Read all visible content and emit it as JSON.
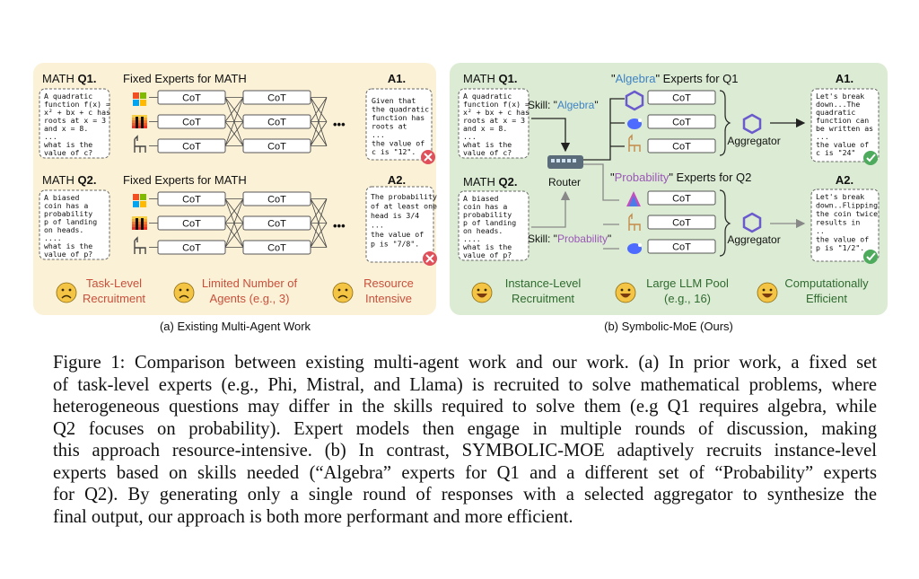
{
  "panel_a": {
    "q1_prefix": "MATH ",
    "q1_id": "Q1.",
    "q1_title": "Fixed Experts for MATH",
    "q1_text": [
      "A quadratic",
      "function f(x) =",
      "x² + bx + c has",
      "roots at x = 3",
      "and x = 8.",
      "...",
      "what is the",
      "value of c?"
    ],
    "q1_answer_label": "A1.",
    "q1_answer_text": [
      "Given that",
      "the quadratic",
      "function has",
      "roots at",
      "...",
      "the value of",
      "c is \"12\"."
    ],
    "q2_prefix": "MATH ",
    "q2_id": "Q2.",
    "q2_title": "Fixed Experts for MATH",
    "q2_text": [
      "A biased",
      "coin has a",
      "probability",
      "p of landing",
      "on heads.",
      "....",
      "what is the",
      "value of p?"
    ],
    "q2_answer_label": "A2.",
    "q2_answer_text": [
      "The probability",
      "of at least one",
      "head is 3/4",
      "...",
      "the value of",
      "p is \"7/8\"."
    ],
    "cot_label": "CoT",
    "ellipsis": "•••",
    "bottom": [
      {
        "line1": "Task-Level",
        "line2": "Recruitment"
      },
      {
        "line1": "Limited Number of",
        "line2": "Agents (e.g., 3)"
      },
      {
        "line1": "Resource",
        "line2": "Intensive"
      }
    ],
    "caption": "(a) Existing Multi-Agent Work"
  },
  "panel_b": {
    "q1_prefix": "MATH ",
    "q1_id": "Q1.",
    "q1_text": [
      "A quadratic",
      "function f(x) =",
      "x² + bx + c has",
      "roots at x = 3",
      "and x = 8.",
      "...",
      "what is the",
      "value of c?"
    ],
    "skill1_prefix": "Skill: \"",
    "skill1_name": "Algebra",
    "skill1_suffix": "\"",
    "algebra_title_q1": "\"",
    "algebra_title_name": "Algebra",
    "algebra_title_rest": "\" Experts for Q1",
    "aggregator1": "Aggregator",
    "a1_label": "A1.",
    "a1_text": [
      "Let's break",
      "down...The",
      "quadratic",
      "function can",
      "be written as",
      "...",
      "the value of",
      "c is \"24\""
    ],
    "router": "Router",
    "q2_prefix": "MATH ",
    "q2_id": "Q2.",
    "q2_text": [
      "A biased",
      "coin has a",
      "probability",
      "p of landing",
      "on heads.",
      "....",
      "what is the",
      "value of p?"
    ],
    "skill2_prefix": "Skill: \"",
    "skill2_name": "Probability",
    "skill2_suffix": "\"",
    "prob_title_q": "\"",
    "prob_title_name": "Probability",
    "prob_title_rest": "\" Experts for Q2",
    "aggregator2": "Aggregator",
    "a2_label": "A2.",
    "a2_text": [
      "Let's break",
      "down..Flipping",
      "the coin twice",
      "results in",
      "..",
      "the value of",
      "p is \"1/2\"."
    ],
    "cot_label": "CoT",
    "bottom": [
      {
        "line1": "Instance-Level",
        "line2": "Recruitment"
      },
      {
        "line1": "Large LLM Pool",
        "line2": "(e.g., 16)"
      },
      {
        "line1": "Computationally",
        "line2": "Efficient"
      }
    ],
    "caption": "(b) Symbolic-MoE (Ours)"
  },
  "colors": {
    "panel_a_bg": "#fbf1d6",
    "panel_b_bg": "#dcecd4",
    "skill_blue": "#3f82c4",
    "skill_purple": "#9a57b6",
    "wrong_red": "#e0505a",
    "right_green": "#4eaa5c",
    "face_yellow": "#f4c445"
  },
  "caption_lines": [
    "Figure 1:  Comparison between existing multi-agent work and our work. (a) In prior work, a fixed set",
    "of task-level experts (e.g., Phi, Mistral, and Llama) is recruited to solve mathematical problems, where",
    "heterogeneous questions may differ in the skills required to solve them (e.g Q1 requires algebra, while",
    "Q2 focuses on probability). Expert models then engage in multiple rounds of discussion, making",
    "this approach resource-intensive. (b) In contrast, SYMBOLIC-MOE adaptively recruits instance-level",
    "experts based on skills needed (“Algebra” experts for Q1 and a different set of “Probability” experts",
    "for Q2). By generating only a single round of responses with a selected aggregator to synthesize the",
    "final output, our approach is both more performant and more efficient."
  ]
}
